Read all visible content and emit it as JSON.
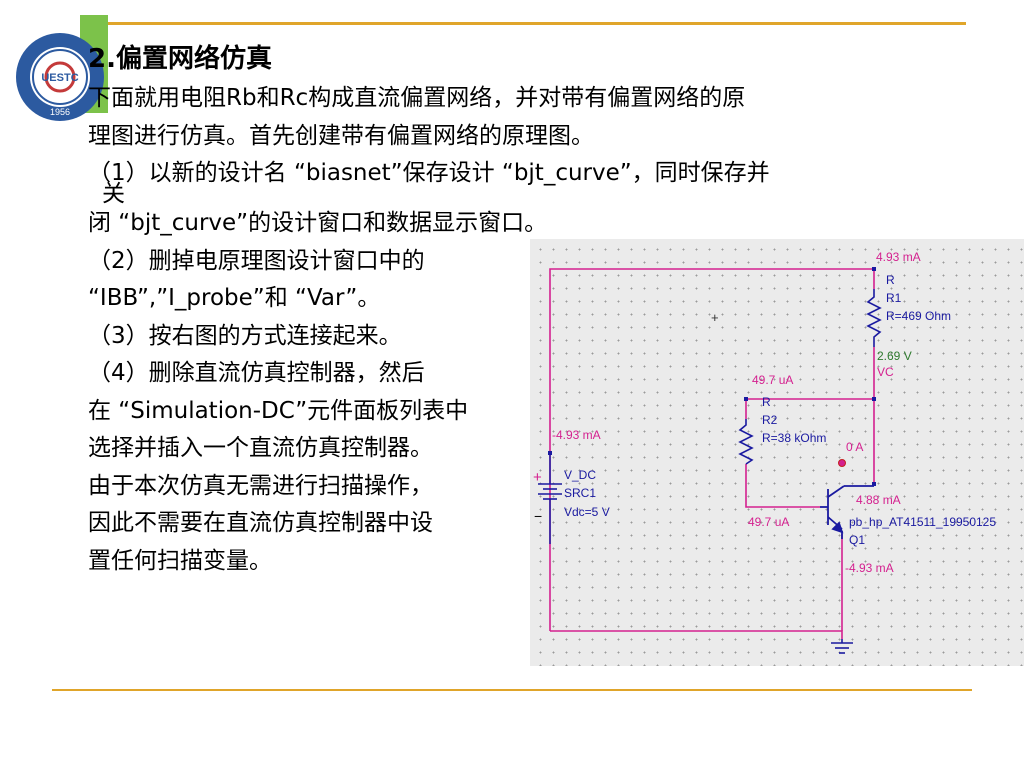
{
  "slide": {
    "title": "2.偏置网络仿真",
    "lines": [
      "下面就用电阻Rb和Rc构成直流偏置网络，并对带有偏置网络的原",
      "理图进行仿真。首先创建带有偏置网络的原理图。",
      "（1）以新的设计名 “biasnet”保存设计 “bjt_curve”，同时保存并",
      "    关",
      "闭 “bjt_curve”的设计窗口和数据显示窗口。",
      "（2）删掉电原理图设计窗口中的",
      " “IBB”,”I_probe”和 “Var”。",
      "（3）按右图的方式连接起来。",
      "（4）删除直流仿真控制器，然后",
      "在 “Simulation-DC”元件面板列表中",
      "选择并插入一个直流仿真控制器。",
      "由于本次仿真无需进行扫描操作，",
      "因此不需要在直流仿真控制器中设",
      "置任何扫描变量。"
    ]
  },
  "logo": {
    "text": "UESTC",
    "year": "1956"
  },
  "schematic": {
    "r1_current": "4.93 mA",
    "r1_type": "R",
    "r1_name": "R1",
    "r1_value": "R=469 Ohm",
    "vc_voltage": "2.69 V",
    "vc_label": "VC",
    "r2_current": "49.7 uA",
    "r2_type": "R",
    "r2_name": "R2",
    "r2_value": "R=38 kOhm",
    "base_node_current": "0 A",
    "src_current": "-4.93 mA",
    "src_type": "V_DC",
    "src_name": "SRC1",
    "src_value": "Vdc=5 V",
    "src_plus": "+",
    "src_minus": "−",
    "collector_current": "4.88 mA",
    "base_current": "49.7 uA",
    "q_model": "pb_hp_AT41511_19950125",
    "q_name": "Q1",
    "emitter_current": "-4.93 mA",
    "cursor_mark": "+"
  },
  "colors": {
    "accent_line": "#e0a52a",
    "wire": "#d4218f",
    "component": "#1a1aa0",
    "current_label": "#d4218f",
    "voltage_label": "#2e7a2e",
    "component_label": "#1a1aa0"
  }
}
